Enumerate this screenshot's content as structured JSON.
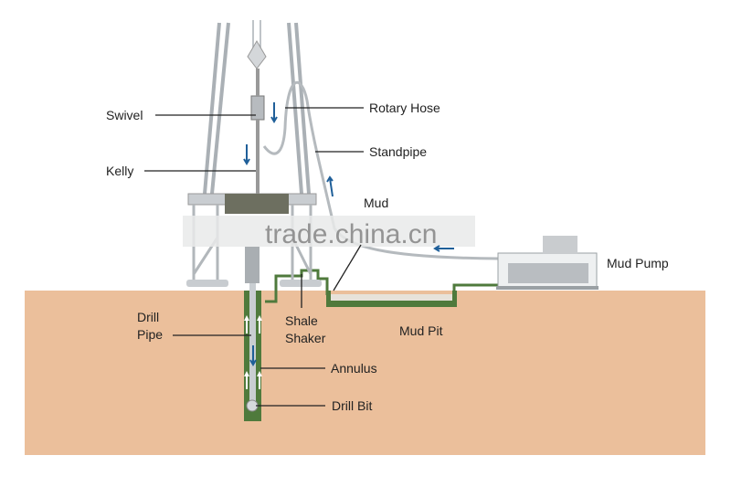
{
  "labels": {
    "swivel": "Swivel",
    "kelly": "Kelly",
    "rotary_hose": "Rotary Hose",
    "standpipe": "Standpipe",
    "mud": "Mud",
    "mud_pump": "Mud Pump",
    "drill_pipe_1": "Drill",
    "drill_pipe_2": "Pipe",
    "shale_shaker_1": "Shale",
    "shale_shaker_2": "Shaker",
    "mud_pit": "Mud Pit",
    "annulus": "Annulus",
    "drill_bit": "Drill Bit"
  },
  "watermark": "trade.china.cn",
  "colors": {
    "ground": "#ebbf9b",
    "mud": "#4f7a3c",
    "flow_arrow": "#1f5f99",
    "rig": "#b9bec2",
    "leader": "#222222"
  }
}
